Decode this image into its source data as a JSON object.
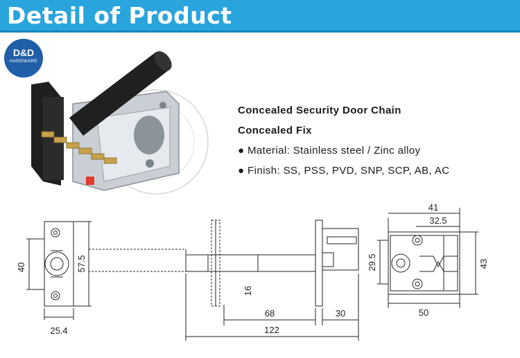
{
  "header": {
    "title": "Detail of Product"
  },
  "logo": {
    "mark": "D&D",
    "sub": "HARDWARE"
  },
  "product": {
    "name": "Concealed Security Door Chain",
    "fix": "Concealed Fix",
    "material": "● Material: Stainless steel / Zinc alloy",
    "finish": "● Finish: SS, PSS, PVD, SNP, SCP, AB, AC"
  },
  "dimensions": {
    "front_width": "25.4",
    "front_height": "40",
    "front_hole_spacing": "57.5",
    "body_width": "16",
    "length_68": "68",
    "length_30": "30",
    "total_length": "122",
    "side_41": "41",
    "side_32_5": "32.5",
    "side_29_5": "29.5",
    "side_43": "43",
    "side_50": "50"
  },
  "colors": {
    "header": "#2aa4dc",
    "logo": "#1f5fa8"
  }
}
